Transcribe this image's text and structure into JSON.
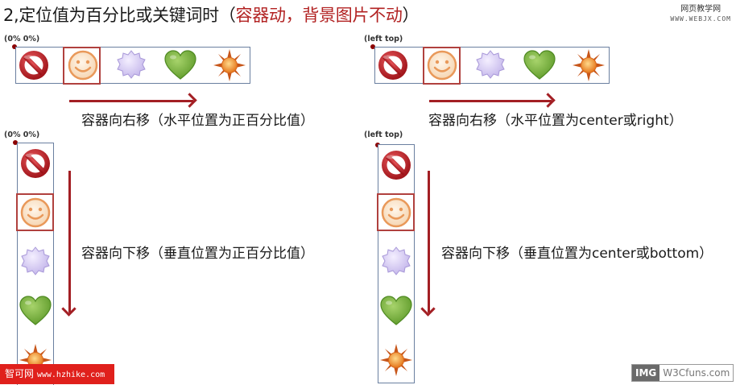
{
  "title": {
    "main": "2,定位值为百分比或关键词时（",
    "highlight": "容器动，背景图片不动",
    "close": "）"
  },
  "watermark_top": {
    "text": "网页教学网",
    "url": "WWW.WEBJX.COM"
  },
  "panels": [
    {
      "id": "tl",
      "coord": "(0% 0%)",
      "caption": "容器向右移（水平位置为正百分比值）"
    },
    {
      "id": "tr",
      "coord": "(left top)",
      "caption": "容器向右移（水平位置为center或right）"
    },
    {
      "id": "bl",
      "coord": "(0% 0%)",
      "caption": "容器向下移（垂直位置为正百分比值）"
    },
    {
      "id": "br",
      "coord": "(left top)",
      "caption": "容器向下移（垂直位置为center或bottom）"
    }
  ],
  "icons": [
    "no-entry-icon",
    "smiley-icon",
    "badge-icon",
    "heart-icon",
    "sun-icon"
  ],
  "colors": {
    "accent": "#a31f24",
    "highlight_text": "#b22222",
    "selection_border": "#b0413e",
    "strip_border": "#6a7fa0"
  },
  "watermark_left": {
    "name": "智可网",
    "url": "www.hzhike.com"
  },
  "watermark_right": {
    "img": "IMG",
    "site": "W3Cfuns.com"
  }
}
